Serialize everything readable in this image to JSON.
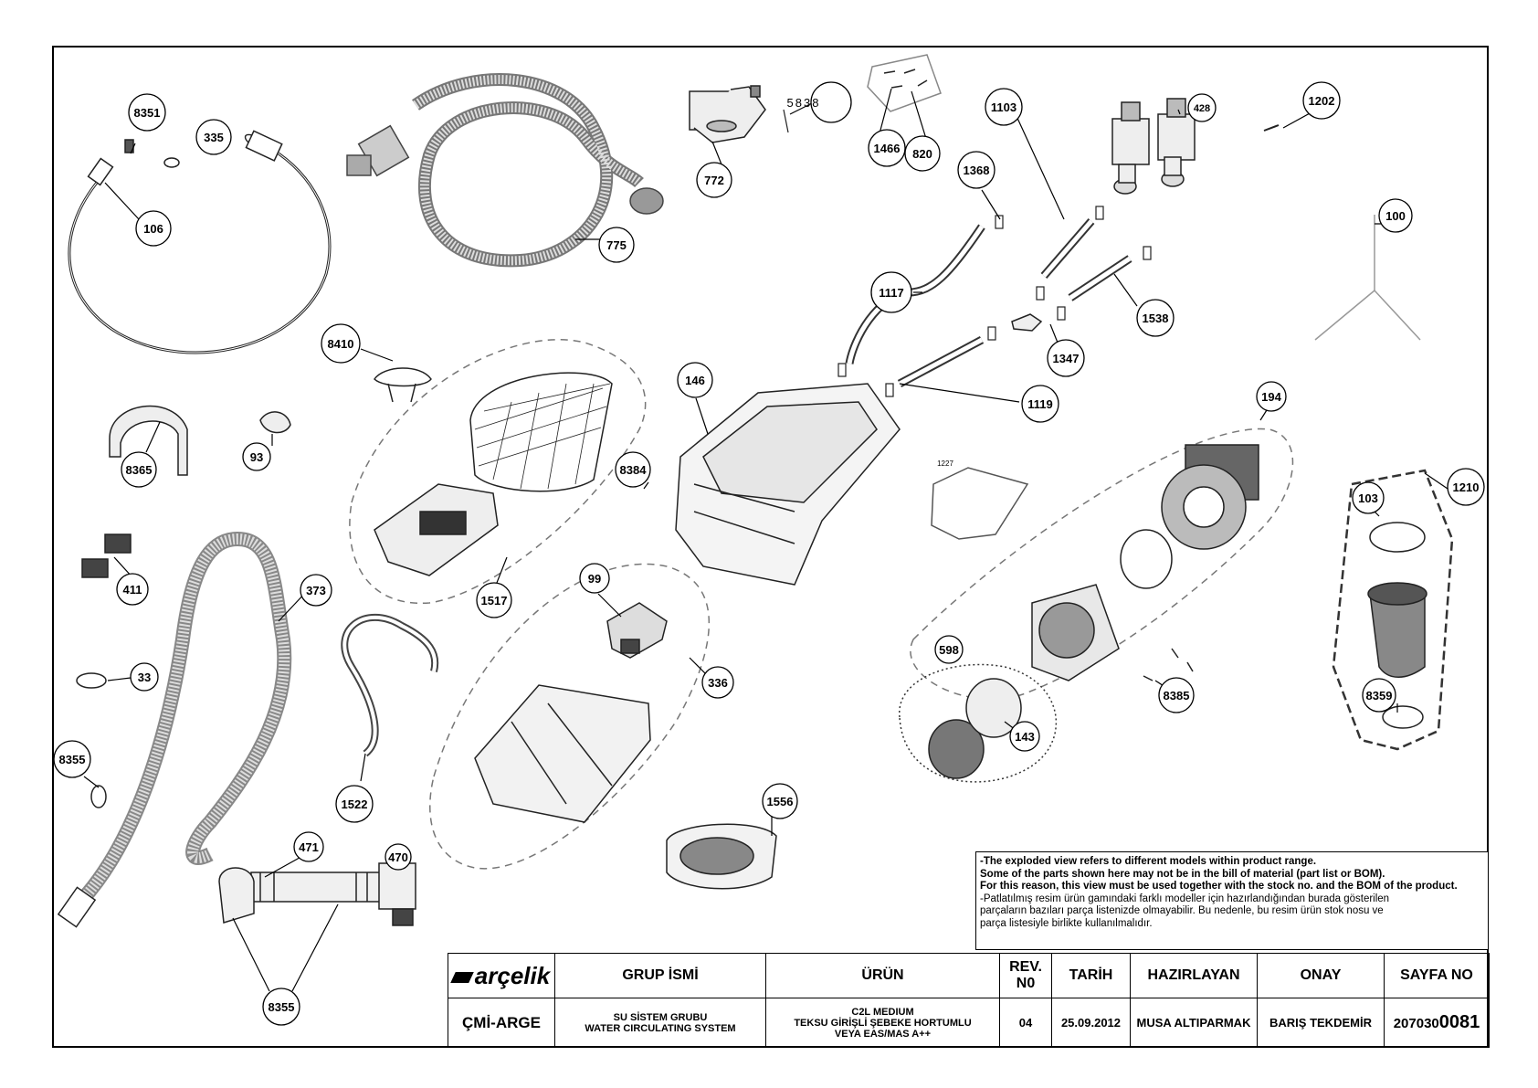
{
  "callouts": [
    "8351",
    "335",
    "106",
    "775",
    "772",
    "5838",
    "1466",
    "820",
    "1103",
    "428",
    "1202",
    "1368",
    "100",
    "1117",
    "1538",
    "1347",
    "1119",
    "8410",
    "146",
    "194",
    "8365",
    "93",
    "1227",
    "8384",
    "1210",
    "103",
    "411",
    "1517",
    "99",
    "373",
    "33",
    "336",
    "598",
    "8385",
    "143",
    "8359",
    "8355",
    "1522",
    "1556",
    "471",
    "470",
    "8355"
  ],
  "notice": {
    "en_line1": "-The exploded view refers to different models within product range.",
    "en_line2": "Some of the parts shown here may not be in the bill of material (part list or BOM).",
    "en_line3": "For this reason, this view must be used together with the stock no. and the BOM of the product.",
    "tr_line1": "-Patlatılmış resim ürün gamındaki farklı modeller için hazırlandığından burada gösterilen",
    "tr_line2": "parçaların bazıları parça listenizde olmayabilir. Bu nedenle, bu resim ürün stok nosu ve",
    "tr_line3": "parça listesiyle birlikte kullanılmalıdır."
  },
  "titleblock": {
    "logo": "arçelik",
    "headers": {
      "group": "GRUP İSMİ",
      "product": "ÜRÜN",
      "rev": "REV. N0",
      "date": "TARİH",
      "prepared": "HAZIRLAYAN",
      "approval": "ONAY",
      "page": "SAYFA NO"
    },
    "values": {
      "dept": "ÇMİ-ARGE",
      "group_tr": "SU SİSTEM GRUBU",
      "group_en": "WATER CIRCULATING SYSTEM",
      "product_1": "C2L MEDIUM",
      "product_2": "TEKSU GİRİŞLİ ŞEBEKE HORTUMLU",
      "product_3": "VEYA EAS/MAS A++",
      "rev": "04",
      "date": "25.09.2012",
      "prepared": "MUSA ALTIPARMAK",
      "approval": "BARIŞ TEKDEMİR",
      "page_prefix": "207030",
      "page_suffix": "0081"
    }
  }
}
